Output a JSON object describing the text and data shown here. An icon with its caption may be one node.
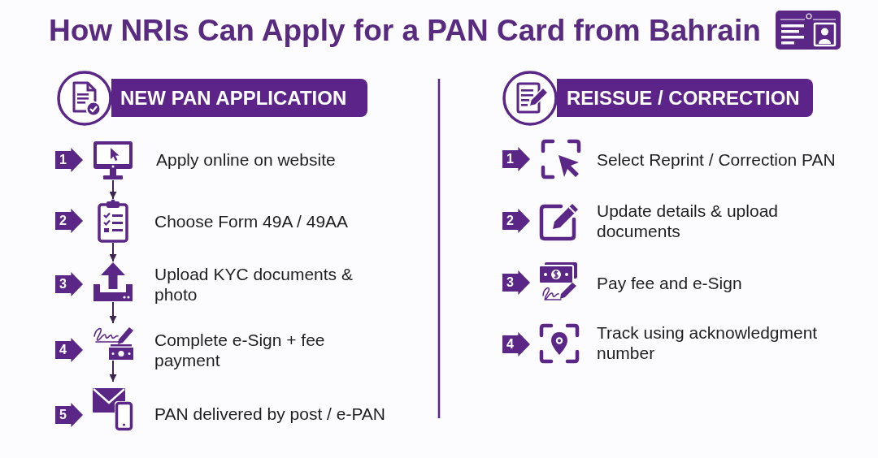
{
  "diagram": {
    "title": "How NRIs Can Apply for a PAN Card from Bahrain",
    "nodes": [
      {
        "text": [
          "NEW PAN APPLICATION"
        ]
      },
      {
        "text": [
          "1"
        ]
      },
      {
        "text": [],
        "shape": "picture",
        "beside": [
          "Apply online on website"
        ]
      },
      {
        "text": [
          "2"
        ]
      },
      {
        "text": [],
        "shape": "picture",
        "beside": [
          "Choose Form 49A / 49AA"
        ]
      },
      {
        "text": [
          "3"
        ]
      },
      {
        "text": [],
        "shape": "picture",
        "beside": [
          "Upload KYC documents & photo"
        ]
      },
      {
        "text": [
          "4"
        ]
      },
      {
        "text": [],
        "shape": "picture",
        "beside": [
          "Complete e-Sign + fee payment"
        ]
      },
      {
        "text": [
          "5"
        ]
      },
      {
        "text": [],
        "shape": "picture",
        "beside": [
          "PAN delivered by post / e-PAN"
        ]
      },
      {
        "text": [
          "REISSUE / CORRECTION"
        ]
      },
      {
        "text": [
          "1"
        ]
      },
      {
        "text": [],
        "shape": "picture",
        "beside": [
          "Select Reprint / Correction PAN"
        ]
      },
      {
        "text": [
          "2"
        ]
      },
      {
        "text": [],
        "shape": "picture",
        "beside": [
          "Update details & upload documents"
        ]
      },
      {
        "text": [
          "3"
        ]
      },
      {
        "text": [],
        "shape": "picture",
        "beside": [
          "Pay fee and e-Sign"
        ]
      },
      {
        "text": [
          "4"
        ]
      },
      {
        "text": [],
        "shape": "picture",
        "beside": [
          "Track using acknowledgment number"
        ]
      }
    ],
    "edges": [
      {
        "from": 2,
        "to": 4,
        "arrow": "to"
      },
      {
        "from": 4,
        "to": 6,
        "arrow": "to"
      },
      {
        "from": 6,
        "to": 8,
        "arrow": "to"
      },
      {
        "from": 8,
        "to": 10,
        "arrow": "to"
      }
    ]
  }
}
